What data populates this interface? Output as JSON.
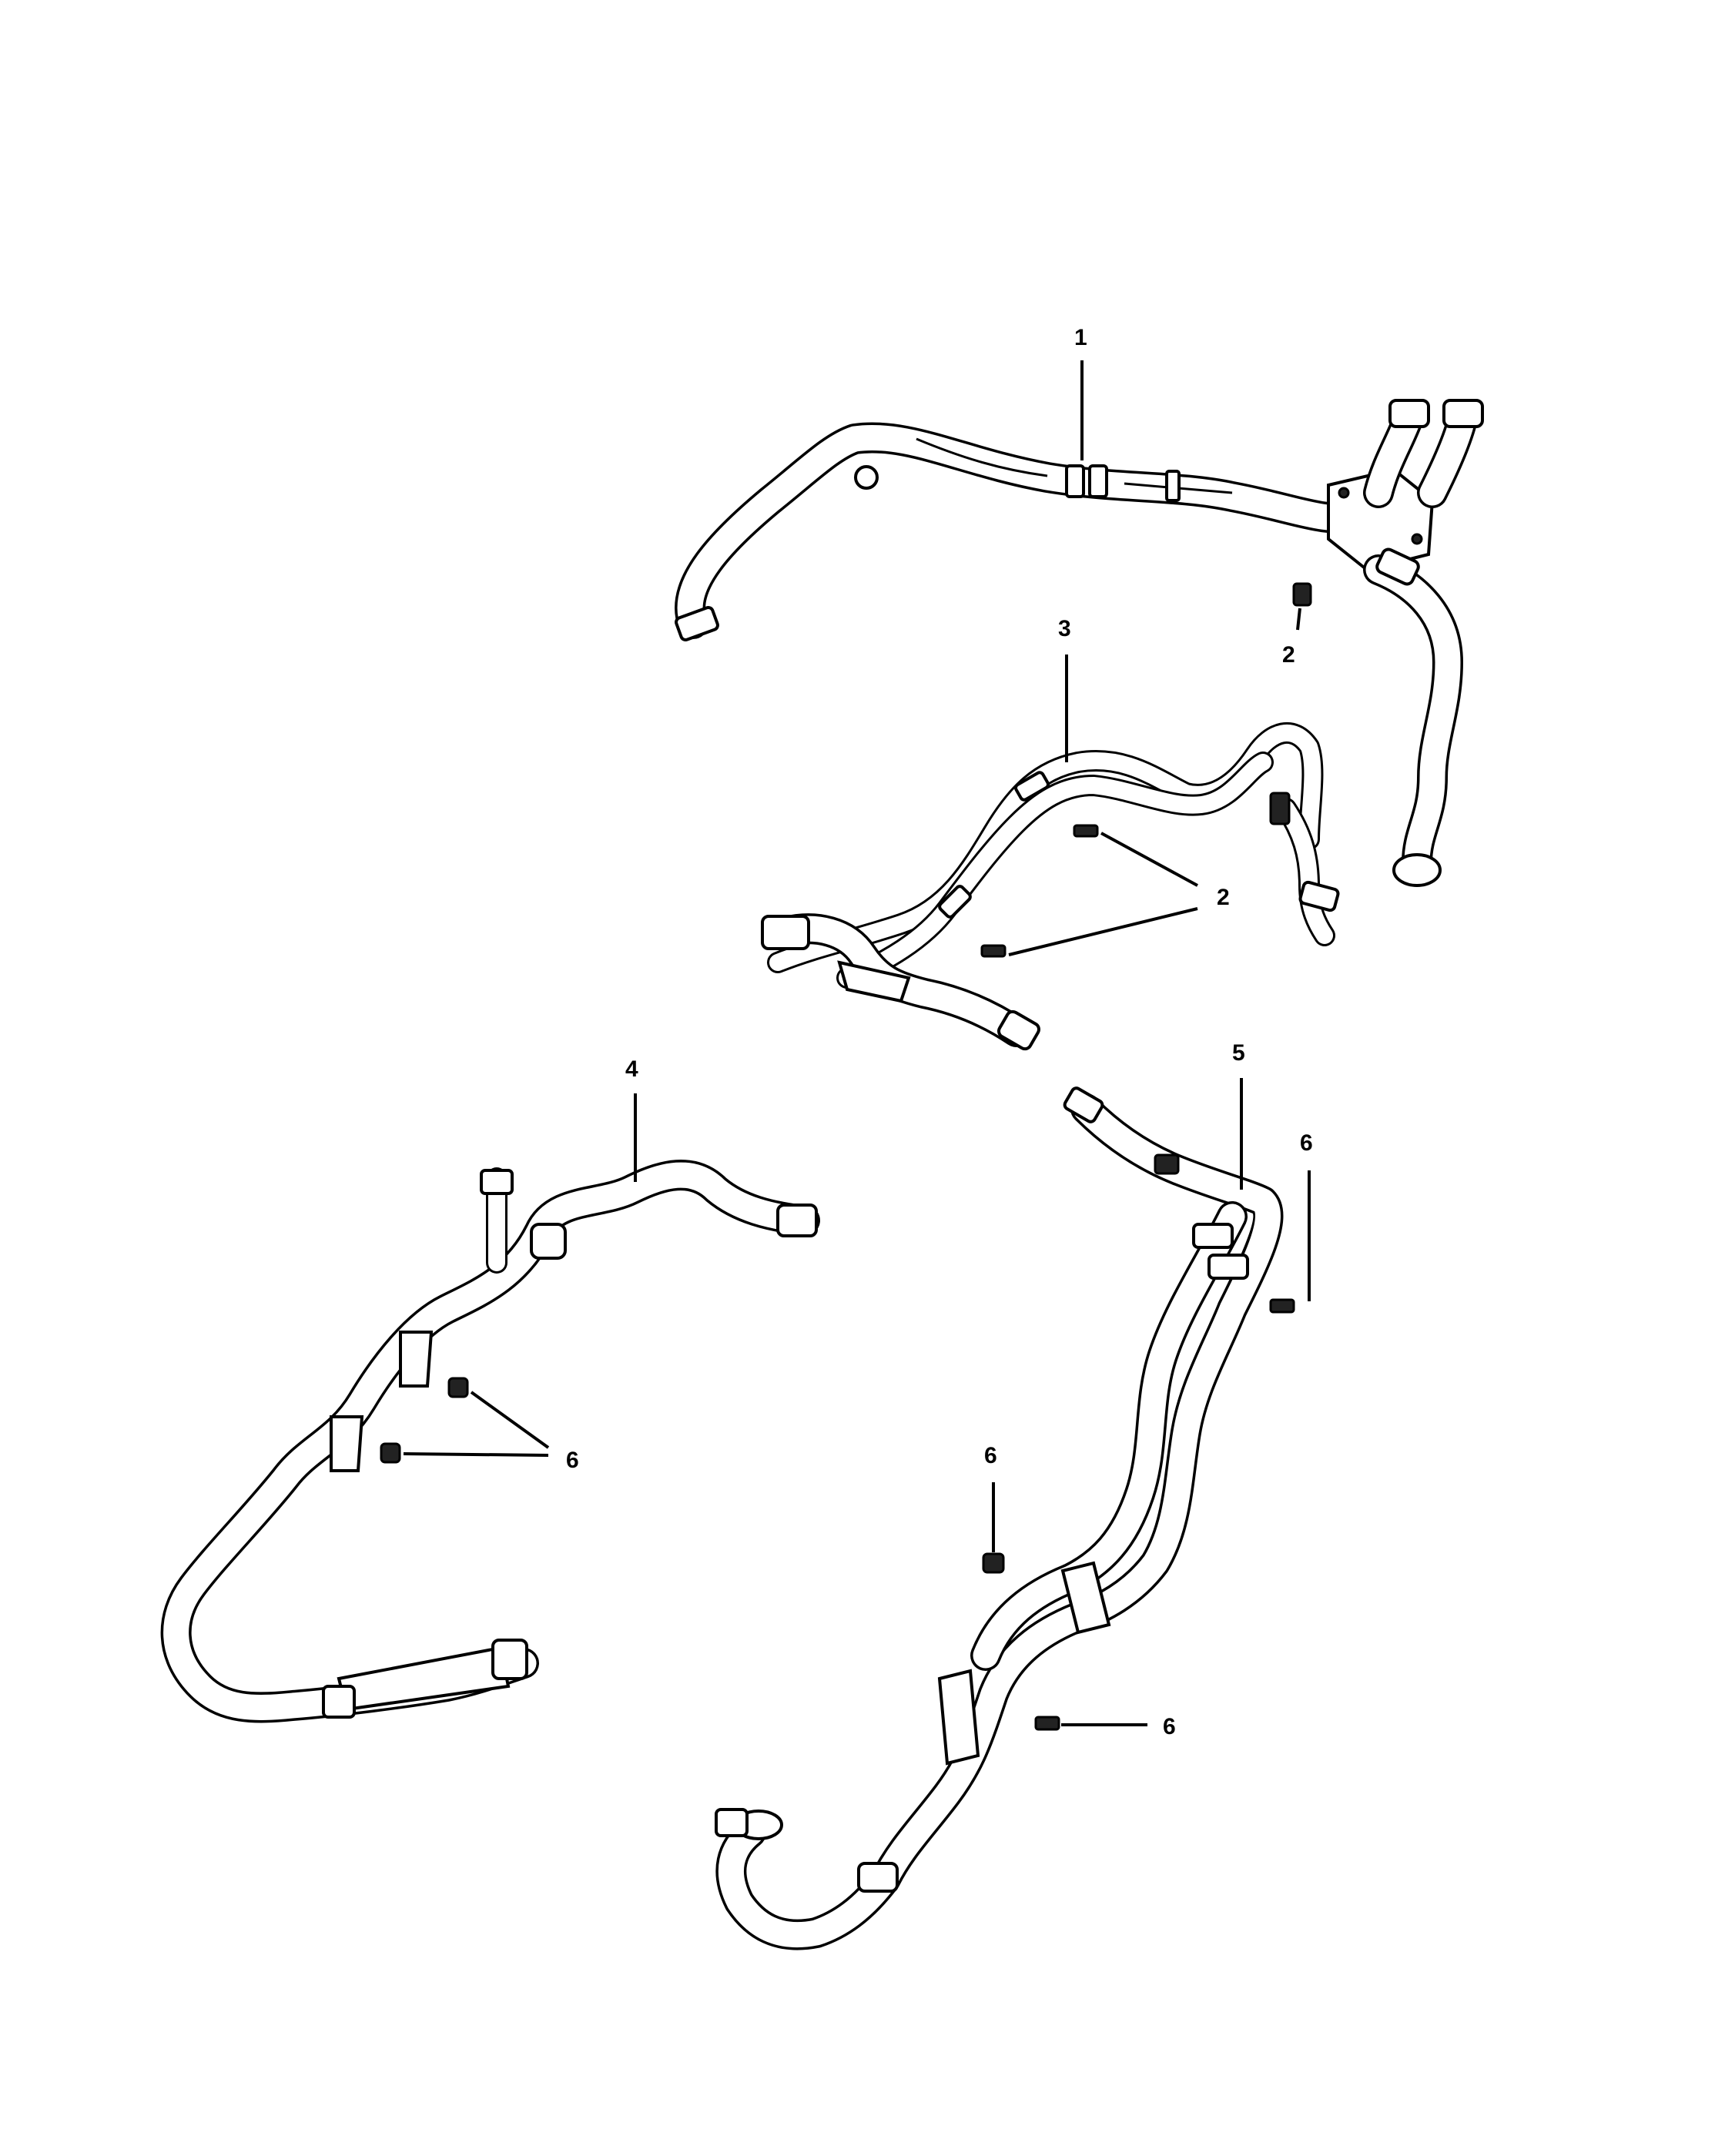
{
  "callouts": {
    "c1": "1",
    "c2a": "2",
    "c2b": "2",
    "c3": "3",
    "c4": "4",
    "c5": "5",
    "c6a": "6",
    "c6b": "6",
    "c6c": "6",
    "c6d": "6"
  }
}
